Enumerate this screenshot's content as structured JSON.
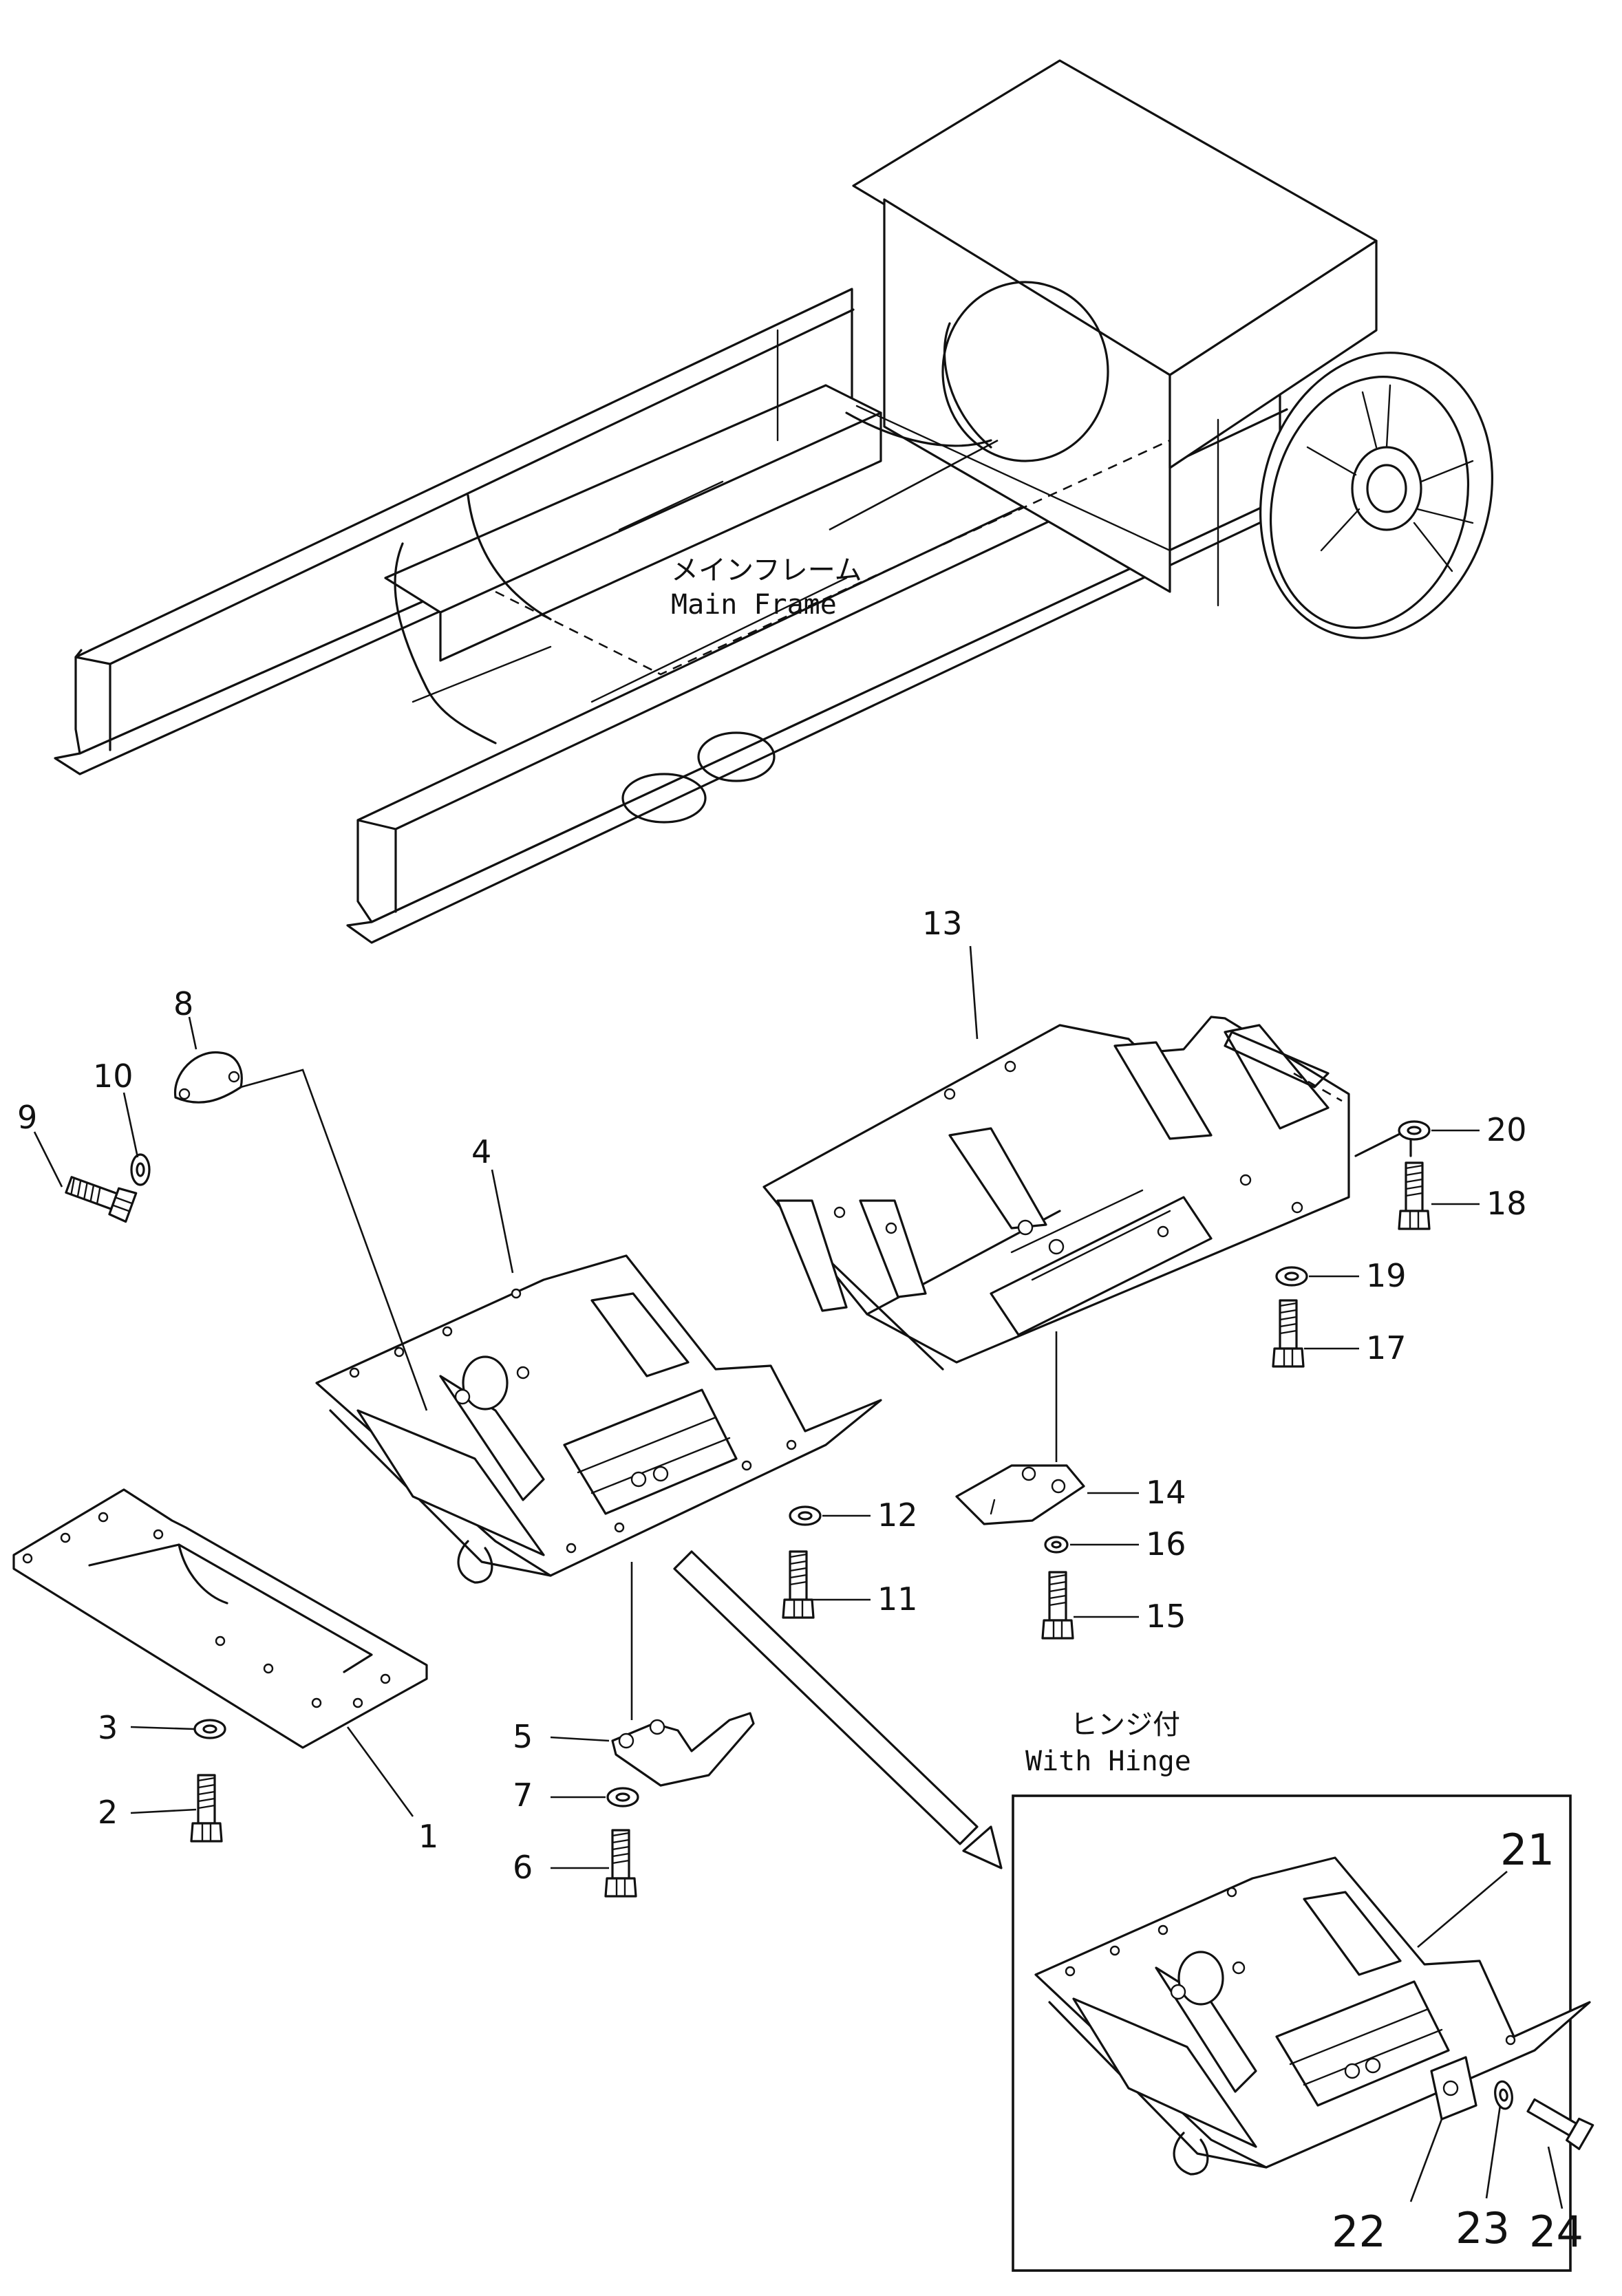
{
  "labels": {
    "main_frame_jp": "メインフレーム",
    "main_frame_en": "Main Frame",
    "with_hinge_jp": "ヒンジ付",
    "with_hinge_en": "With Hinge"
  },
  "parts": {
    "p1": "1",
    "p2": "2",
    "p3": "3",
    "p4": "4",
    "p5": "5",
    "p6": "6",
    "p7": "7",
    "p8": "8",
    "p9": "9",
    "p10": "10",
    "p11": "11",
    "p12": "12",
    "p13": "13",
    "p14": "14",
    "p15": "15",
    "p16": "16",
    "p17": "17",
    "p18": "18",
    "p19": "19",
    "p20": "20",
    "p21": "21",
    "p22": "22",
    "p23": "23",
    "p24": "24"
  }
}
